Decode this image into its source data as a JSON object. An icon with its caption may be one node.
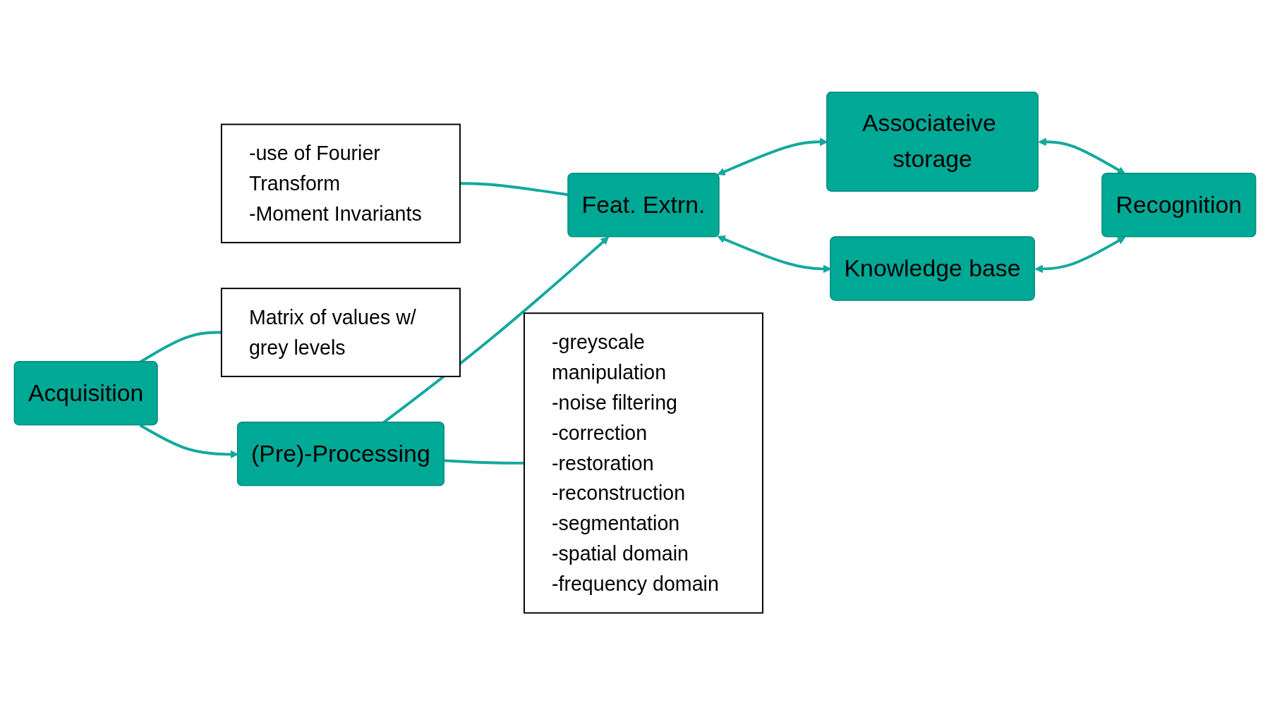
{
  "diagram": {
    "nodes": [
      {
        "text": [
          "Acquisition"
        ]
      },
      {
        "text": [
          "(Pre)-Processing"
        ]
      },
      {
        "text": [
          "Feat. Extrn."
        ]
      },
      {
        "text": [
          "Knowledge base"
        ]
      },
      {
        "text": [
          "Recognition"
        ]
      },
      {
        "text": [
          "Associateive storage"
        ]
      },
      {
        "text": [
          "Matrix of values w/ grey levels"
        ]
      },
      {
        "text": [
          "-greyscale manipulation",
          "-noise filtering",
          "-correction",
          "-restoration",
          "-reconstruction",
          "-segmentation",
          "-spatial domain",
          "-frequency domain"
        ]
      },
      {
        "text": [
          "-use of Fourier Transform",
          "-Moment Invariants"
        ]
      }
    ],
    "edges": [
      {
        "from": 0,
        "to": 1,
        "arrow": "to"
      },
      {
        "from": 1,
        "to": 2,
        "arrow": "to"
      },
      {
        "from": 2,
        "to": 3,
        "arrow": "both"
      },
      {
        "from": 3,
        "to": 4,
        "arrow": "both"
      },
      {
        "from": 2,
        "to": 5,
        "arrow": "both"
      },
      {
        "from": 5,
        "to": 4,
        "arrow": "both"
      },
      {
        "from": 0,
        "to": 6,
        "arrow": "none"
      },
      {
        "from": 1,
        "to": 7,
        "arrow": "none"
      },
      {
        "from": 8,
        "to": 2,
        "arrow": "none"
      }
    ]
  }
}
